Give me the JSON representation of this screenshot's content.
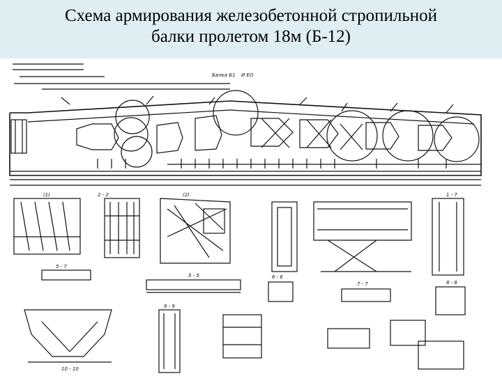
{
  "slide": {
    "title_line1": "Схема армирования железобетонной стропильной",
    "title_line2": "балки пролетом 18м  (Б-12)"
  },
  "drawing": {
    "beam_label": "Балка Б1",
    "beam_mark": "И ЕО",
    "section_labels": [
      "(1)",
      "2 - 2",
      "(2)",
      "1 - 7",
      "5 - 7",
      "5 - 5",
      "6 - 6",
      "7 - 7",
      "8 - 8",
      "9 - 9",
      "10 - 10"
    ]
  },
  "colors": {
    "title_background": "#dfeef3",
    "line": "#111111",
    "page": "#ffffff"
  }
}
